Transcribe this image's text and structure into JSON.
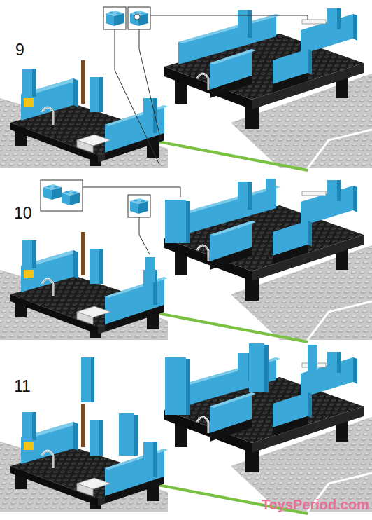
{
  "diagram": {
    "labels": [
      "9",
      "10",
      "11",
      "ToysPeriod.com"
    ]
  }
}
